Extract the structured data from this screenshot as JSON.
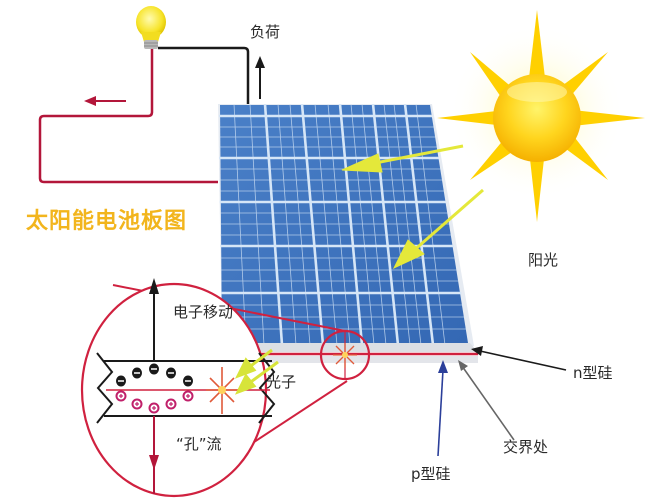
{
  "diagram": {
    "title": "太阳能电池板图",
    "labels": {
      "load": "负荷",
      "sunlight": "阳光",
      "electron_flow": "电子移动",
      "photon": "光子",
      "hole_flow": "“孔”流",
      "n_type": "n型硅",
      "junction": "交界处",
      "p_type": "p型硅"
    },
    "icons": {
      "bulb": "light-bulb-icon",
      "sun": "sun-icon",
      "panel": "solar-panel",
      "magnifier": "magnifier-circle"
    },
    "charges": {
      "electrons": [
        "−",
        "−",
        "−",
        "−",
        "−"
      ],
      "holes": [
        "+",
        "+",
        "+",
        "+",
        "+"
      ]
    },
    "colors": {
      "title": "#f2b51d",
      "wire_red": "#b3163a",
      "wire_black": "#1a1a1a",
      "panel_blue": "#3f74c0",
      "panel_grid": "#d6e6f7",
      "sun_yellow": "#ffd21a",
      "ray_yellow": "#e4e83a",
      "magnifier_red": "#d0213f",
      "p_arrow_blue": "#2b3f9a",
      "junction_arrow_gray": "#666666",
      "label_text": "#2a2a2a"
    }
  }
}
